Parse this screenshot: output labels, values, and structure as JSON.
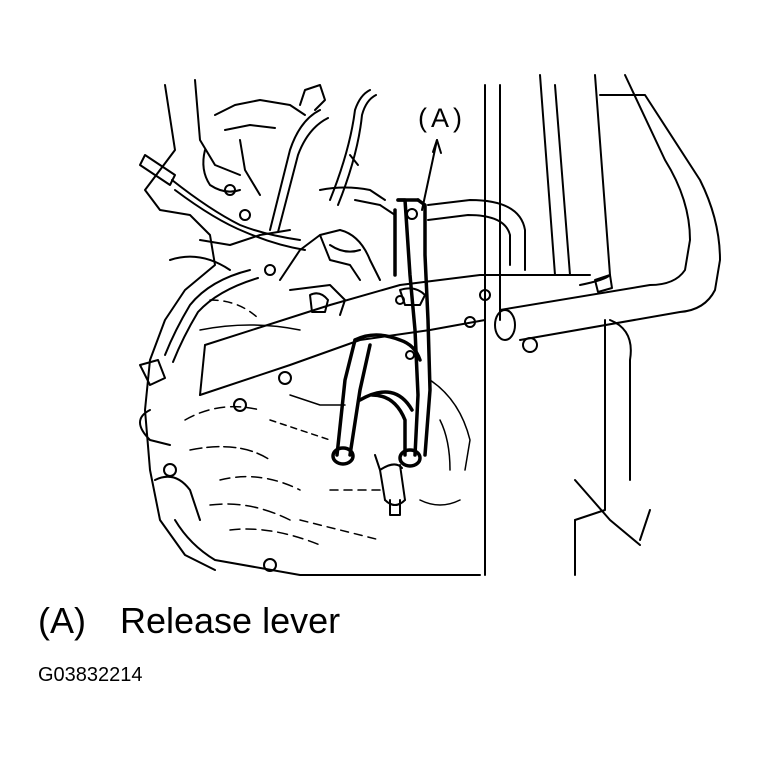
{
  "diagram": {
    "callout_label": "(A)",
    "legend": [
      {
        "key": "(A)",
        "text": "Release lever"
      }
    ],
    "figure_code": "G03832214"
  },
  "colors": {
    "line": "#000000",
    "background": "#ffffff"
  }
}
